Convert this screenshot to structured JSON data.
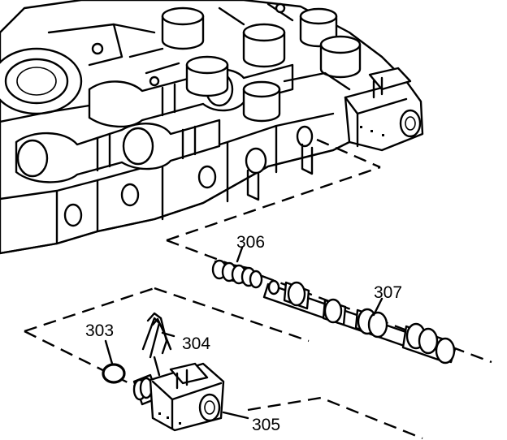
{
  "callouts": {
    "c306": "306",
    "c307": "307",
    "c303": "303",
    "c304": "304",
    "c305": "305"
  }
}
